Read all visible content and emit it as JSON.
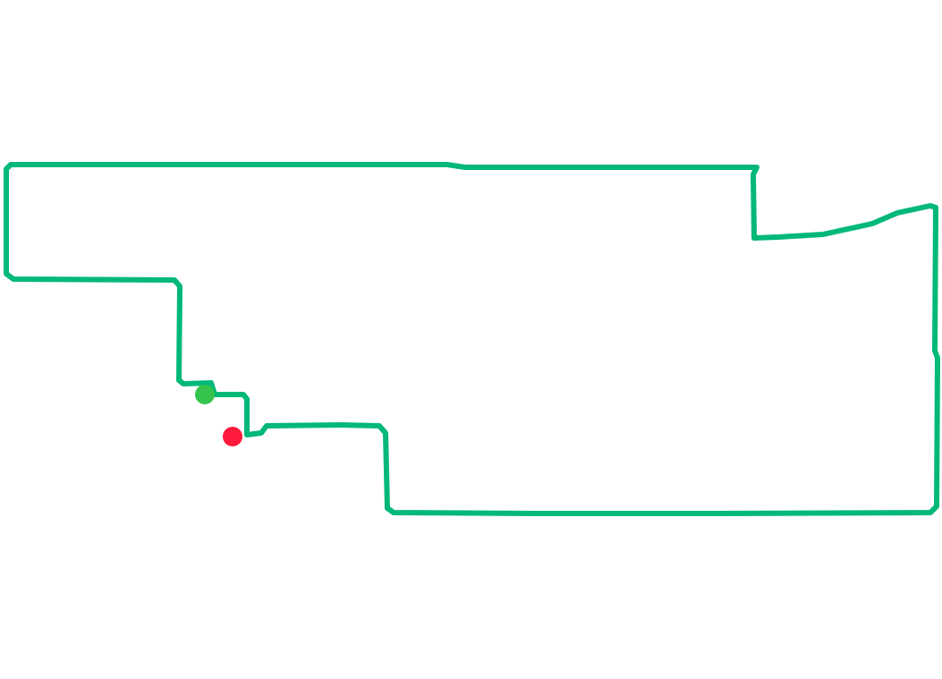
{
  "map": {
    "background_color": "#ffffff",
    "route": {
      "color": "#00b877",
      "shape": "closed-loop"
    },
    "markers": [
      {
        "kind": "start",
        "color": "#36c44f"
      },
      {
        "kind": "end",
        "color": "#ff1a3c"
      }
    ]
  }
}
